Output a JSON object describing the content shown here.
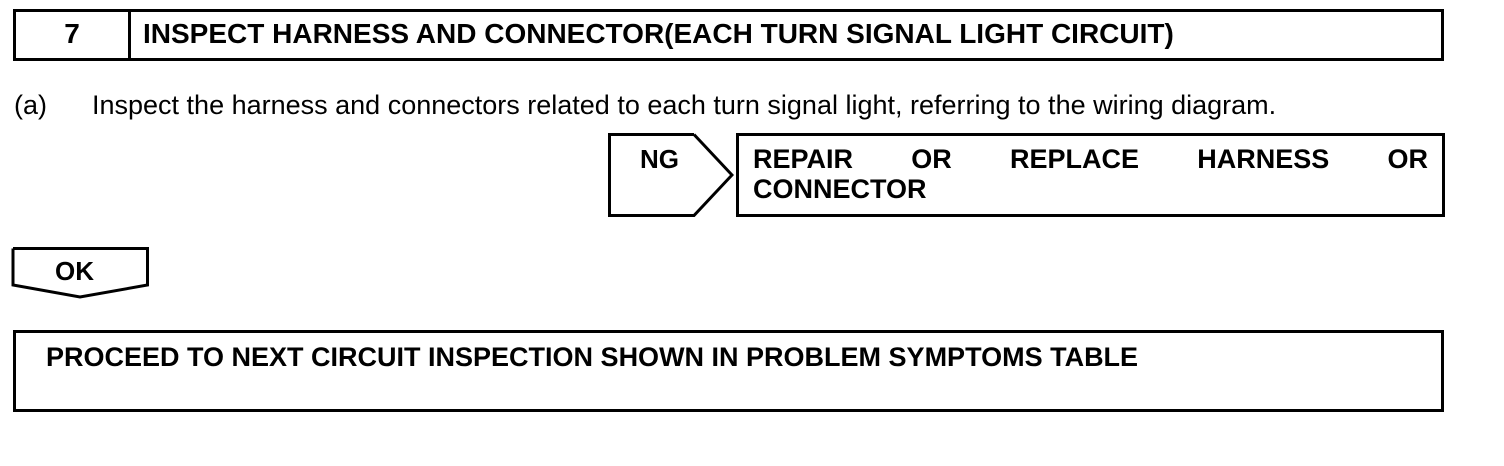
{
  "step": {
    "number": "7",
    "title": "INSPECT HARNESS AND CONNECTOR(EACH TURN SIGNAL LIGHT CIRCUIT)"
  },
  "instruction": {
    "marker": "(a)",
    "text": "Inspect the harness and connectors related to each turn signal light, referring to the wiring diagram."
  },
  "ng_branch": {
    "label": "NG",
    "action_line1_words": [
      "REPAIR",
      "OR",
      "REPLACE",
      "HARNESS",
      "OR"
    ],
    "action_line2": "CONNECTOR"
  },
  "ok_branch": {
    "label": "OK"
  },
  "next_step": {
    "text": "PROCEED TO NEXT CIRCUIT INSPECTION SHOWN IN PROBLEM SYMPTOMS TABLE"
  }
}
